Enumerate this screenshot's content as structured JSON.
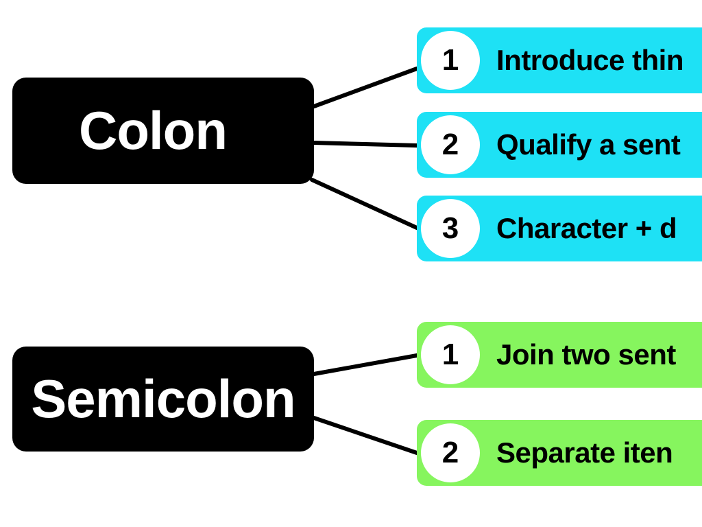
{
  "colors": {
    "parent_bg": "#000000",
    "parent_text": "#ffffff",
    "colon_items_bg": "#1ee1f5",
    "semicolon_items_bg": "#86f55e",
    "badge_bg": "#ffffff",
    "connector": "#000000"
  },
  "colon": {
    "label": "Colon",
    "items": [
      {
        "number": "1",
        "text": "Introduce thin"
      },
      {
        "number": "2",
        "text": "Qualify a sent"
      },
      {
        "number": "3",
        "text": "Character + d"
      }
    ]
  },
  "semicolon": {
    "label": "Semicolon",
    "items": [
      {
        "number": "1",
        "text": "Join two sent"
      },
      {
        "number": "2",
        "text": "Separate iten"
      }
    ]
  }
}
